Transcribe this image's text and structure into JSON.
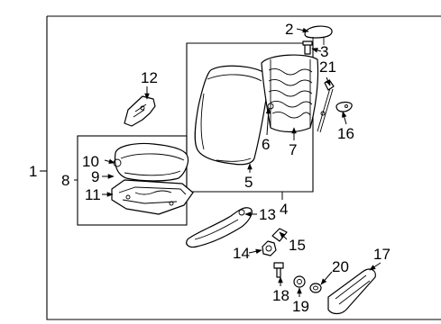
{
  "callouts": {
    "c1": "1",
    "c2": "2",
    "c3": "3",
    "c4": "4",
    "c5": "5",
    "c6": "6",
    "c7": "7",
    "c8": "8",
    "c9": "9",
    "c10": "10",
    "c11": "11",
    "c12": "12",
    "c13": "13",
    "c14": "14",
    "c15": "15",
    "c16": "16",
    "c17": "17",
    "c18": "18",
    "c19": "19",
    "c20": "20",
    "c21": "21"
  }
}
